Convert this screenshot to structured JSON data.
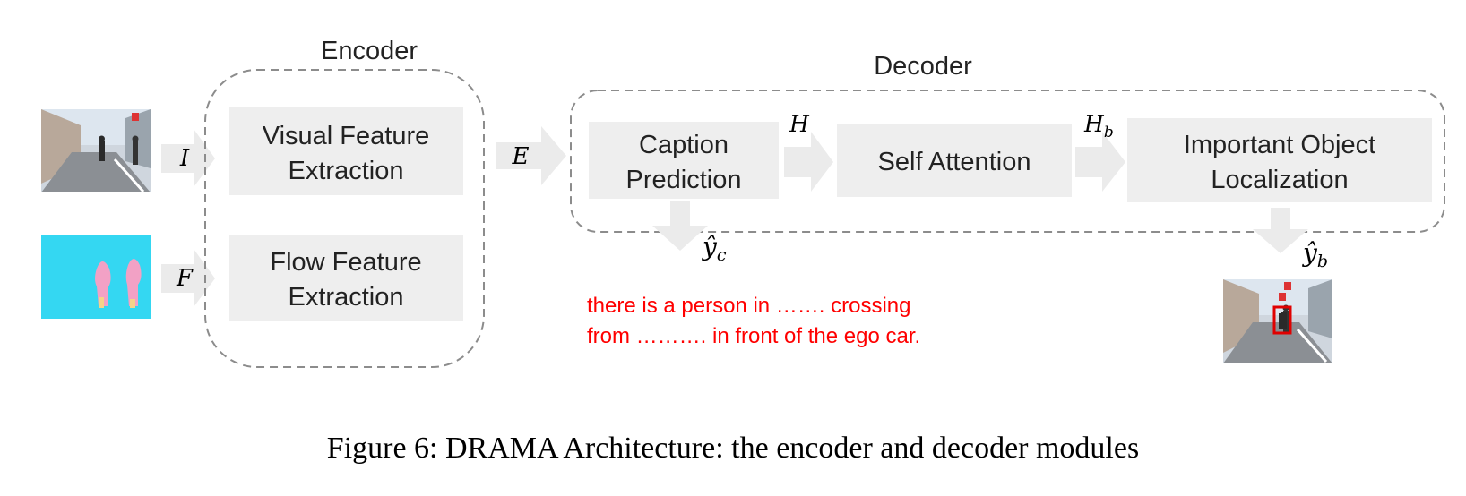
{
  "encoder": {
    "title": "Encoder",
    "visual_block": [
      "Visual Feature",
      "Extraction"
    ],
    "flow_block": [
      "Flow Feature",
      "Extraction"
    ]
  },
  "decoder": {
    "title": "Decoder",
    "caption_block": [
      "Caption",
      "Prediction"
    ],
    "attention_block": "Self Attention",
    "localization_block": [
      "Important Object",
      "Localization"
    ]
  },
  "symbols": {
    "image": "I",
    "flow": "F",
    "embedding": "E",
    "hidden": "H",
    "hidden_b": "H",
    "hidden_b_sub": "b",
    "y_c": "ŷ",
    "y_c_sub": "c",
    "y_b": "ŷ",
    "y_b_sub": "b"
  },
  "caption_output": [
    "there is a person in ……. crossing",
    "from ………. in front of the ego car."
  ],
  "figure_caption": "Figure 6: DRAMA Architecture: the encoder and decoder modules",
  "colors": {
    "block_fill": "#eeeeee",
    "arrow_fill": "#ebebeb",
    "dash_stroke": "#8c8c8c",
    "caption_text": "#ff0000",
    "bbox": "#e00000",
    "flow_bg": "#34d7f2",
    "flow_blob": "#f2a1c5"
  }
}
